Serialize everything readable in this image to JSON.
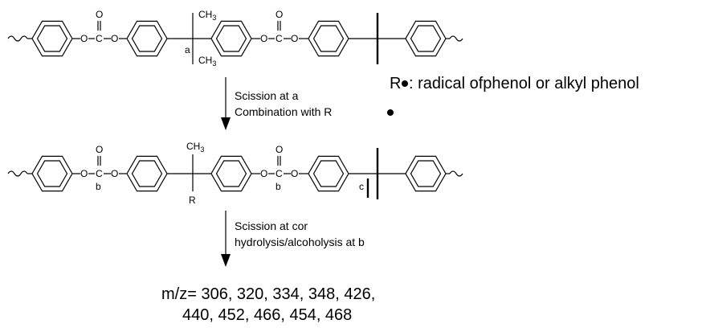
{
  "atoms": {
    "oxygen": "O",
    "carbon": "C",
    "methyl": "CH",
    "methyl_sub": "3",
    "alkyl": "R"
  },
  "site_labels": {
    "a": "a",
    "b": "b",
    "c": "c"
  },
  "legend": {
    "symbol": "R",
    "text": ":  radical ofphenol or alkyl phenol"
  },
  "step1": {
    "line1": "Scission at a",
    "line2": "Combination with R"
  },
  "step2": {
    "line1": "Scission at cor",
    "line2": "hydrolysis/alcoholysis at b"
  },
  "result": {
    "line1": "m/z= 306, 320, 334, 348, 426,",
    "line2": "440, 452, 466, 454, 468"
  }
}
